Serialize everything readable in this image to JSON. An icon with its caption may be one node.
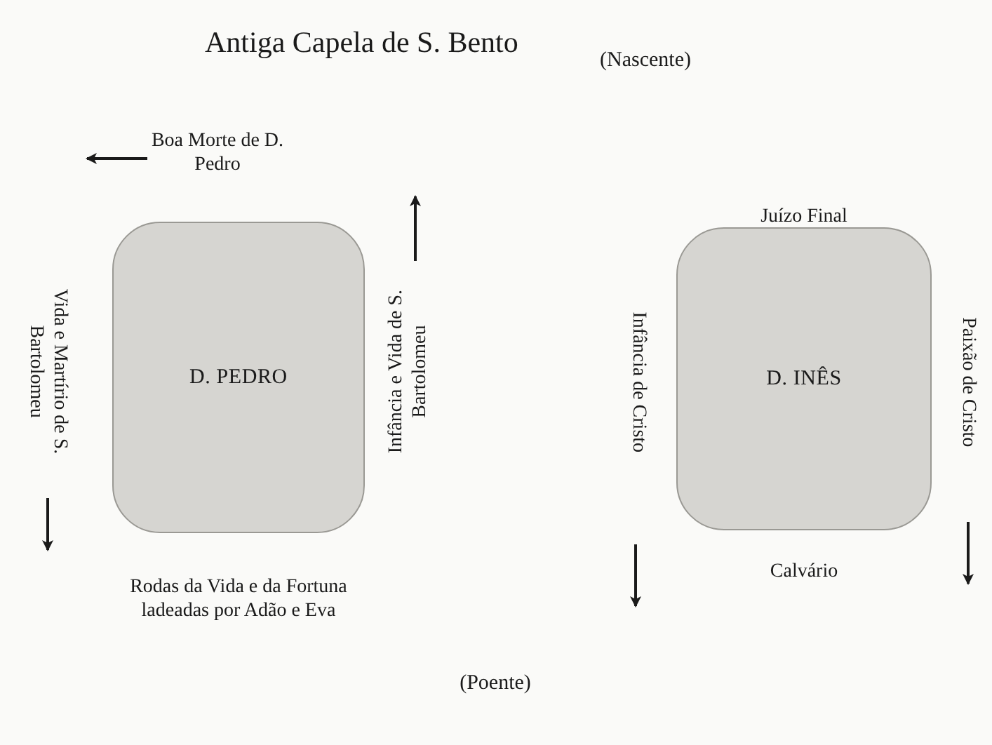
{
  "diagram": {
    "title": "Antiga Capela de S. Bento",
    "nodes": [
      {
        "text": [
          "D. PEDRO"
        ],
        "beside": [
          "Boa Morte de D. Pedro",
          "Vida e Martírio de S. Bartolomeu",
          "Infância e Vida de S. Bartolomeu",
          "Rodas da Vida e da Fortuna ladeadas por Adão e Eva"
        ]
      },
      {
        "text": [
          "D. INÊS"
        ],
        "beside": [
          "Juízo Final",
          "Infância de Cristo",
          "Paixão de Cristo",
          "Calvário"
        ]
      }
    ],
    "edges": [],
    "labels": [
      "(Nascente)",
      "(Poente)"
    ]
  }
}
